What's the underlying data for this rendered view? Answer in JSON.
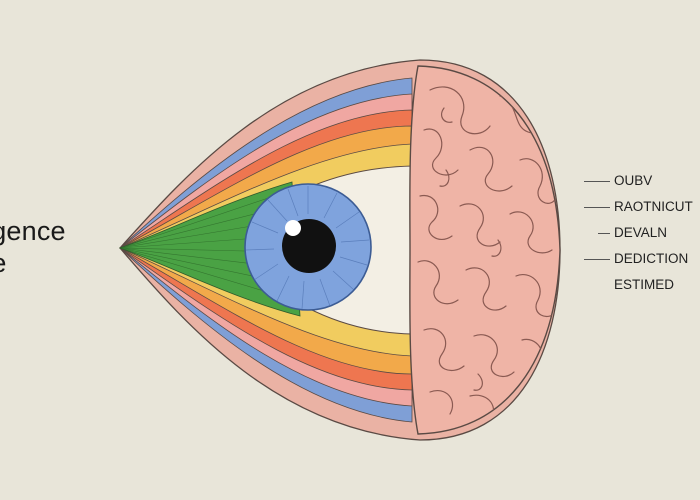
{
  "title": {
    "line1": "rgence",
    "line2": "gle"
  },
  "labels": [
    {
      "text": "OUBV",
      "tick": true
    },
    {
      "text": "RAOTNICUT",
      "tick": true
    },
    {
      "text": "DEVALN",
      "tick": true
    },
    {
      "text": "DEDICTION",
      "tick": true
    },
    {
      "text": "ESTIMED",
      "tick": false
    }
  ],
  "palette": {
    "background": "#e8e5d9",
    "outer_band": "#eab2a4",
    "blue_band": "#7f9fd6",
    "pink_band": "#f0a7a2",
    "orange_band": "#ee7650",
    "amber_band": "#f2a94a",
    "yellow_band": "#f1cc5f",
    "green_fan": "#4aa244",
    "iris": "#7fa3dd",
    "pupil": "#111111",
    "brain": "#efb4a6"
  }
}
